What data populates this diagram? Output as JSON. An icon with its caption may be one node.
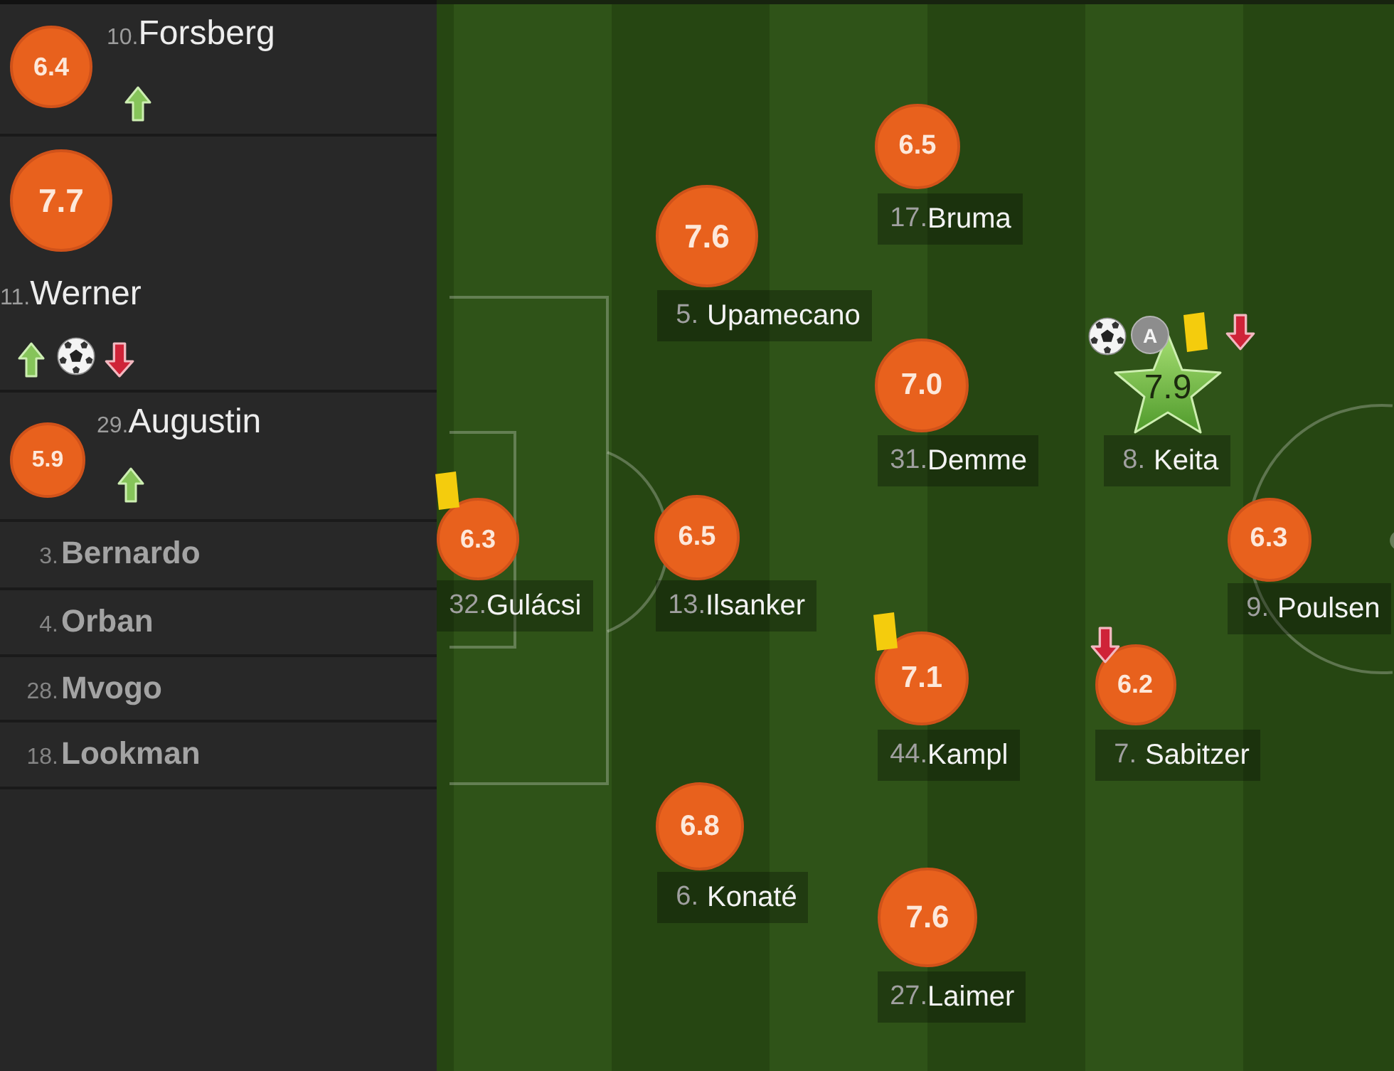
{
  "diagram": {
    "nodes": [
      {
        "text": [
          "10.",
          "Forsberg"
        ]
      },
      {
        "text": [
          "6.4"
        ],
        "in": 0
      },
      {
        "text": [
          "11.",
          "Werner"
        ]
      },
      {
        "text": [
          "7.7"
        ],
        "in": 2
      },
      {
        "text": [
          "29.",
          "Augustin"
        ]
      },
      {
        "text": [
          "5.9"
        ],
        "in": 4
      },
      {
        "text": [
          "3.",
          "Bernardo"
        ]
      },
      {
        "text": [
          "4.",
          "Orban"
        ]
      },
      {
        "text": [
          "28.",
          "Mvogo"
        ]
      },
      {
        "text": [
          "18.",
          "Lookman"
        ]
      },
      {
        "text": [
          "6.5"
        ]
      },
      {
        "text": [
          "17.",
          "Bruma"
        ]
      },
      {
        "text": [
          "7.6"
        ]
      },
      {
        "text": [
          "5.",
          "Upamecano"
        ]
      },
      {
        "text": [
          "7.0"
        ]
      },
      {
        "text": [
          "31.",
          "Demme"
        ]
      },
      {
        "text": [
          "A"
        ]
      },
      {
        "text": [
          "7.9"
        ]
      },
      {
        "text": [
          "8.",
          "Keita"
        ]
      },
      {
        "text": [
          "6.3"
        ]
      },
      {
        "text": [
          "32.",
          "Gulácsi"
        ]
      },
      {
        "text": [
          "6.5"
        ]
      },
      {
        "text": [
          "13.",
          "Ilsanker"
        ]
      },
      {
        "text": [
          "6.3"
        ]
      },
      {
        "text": [
          "9.",
          "Poulsen"
        ]
      },
      {
        "text": [
          "7.1"
        ]
      },
      {
        "text": [
          "44.",
          "Kampl"
        ]
      },
      {
        "text": [
          "6.2"
        ]
      },
      {
        "text": [
          "7.",
          "Sabitzer"
        ]
      },
      {
        "text": [
          "6.8"
        ]
      },
      {
        "text": [
          "6.",
          "Konaté"
        ]
      },
      {
        "text": [
          "7.6"
        ]
      },
      {
        "text": [
          "27.",
          "Laimer"
        ]
      }
    ]
  }
}
